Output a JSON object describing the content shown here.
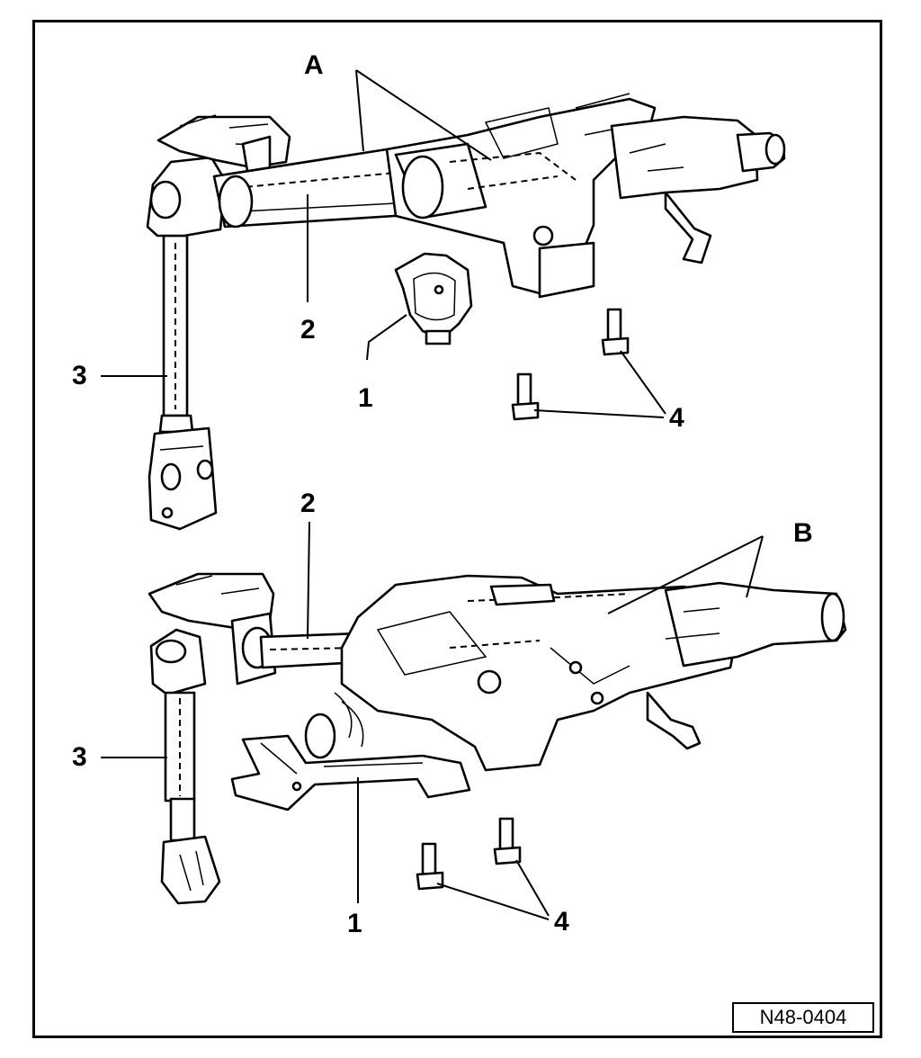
{
  "diagram": {
    "figure_id": "N48-0404",
    "upper_assembly": {
      "letter": "A",
      "callouts": [
        {
          "label": "2"
        },
        {
          "label": "3"
        },
        {
          "label": "1"
        },
        {
          "label": "4"
        }
      ]
    },
    "lower_assembly": {
      "letter": "B",
      "callouts": [
        {
          "label": "2"
        },
        {
          "label": "3"
        },
        {
          "label": "1"
        },
        {
          "label": "4"
        }
      ]
    }
  }
}
